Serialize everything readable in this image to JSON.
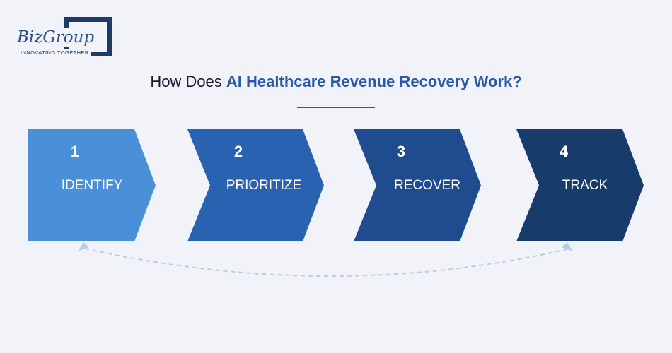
{
  "logo": {
    "name": "BizGroup",
    "tagline": "INNOVATING TOGETHER"
  },
  "title": {
    "prefix": "How Does ",
    "highlight": "AI Healthcare Revenue Recovery Work?"
  },
  "steps": [
    {
      "number": "1",
      "label": "IDENTIFY",
      "color": "#4a90d9"
    },
    {
      "number": "2",
      "label": "PRIORITIZE",
      "color": "#2a62b2"
    },
    {
      "number": "3",
      "label": "RECOVER",
      "color": "#1f4c8e"
    },
    {
      "number": "4",
      "label": "TRACK",
      "color": "#173b6b"
    }
  ],
  "colors": {
    "background": "#f1f3f9",
    "accent": "#2a5aa8",
    "loop_arrow": "#b9cde8"
  }
}
